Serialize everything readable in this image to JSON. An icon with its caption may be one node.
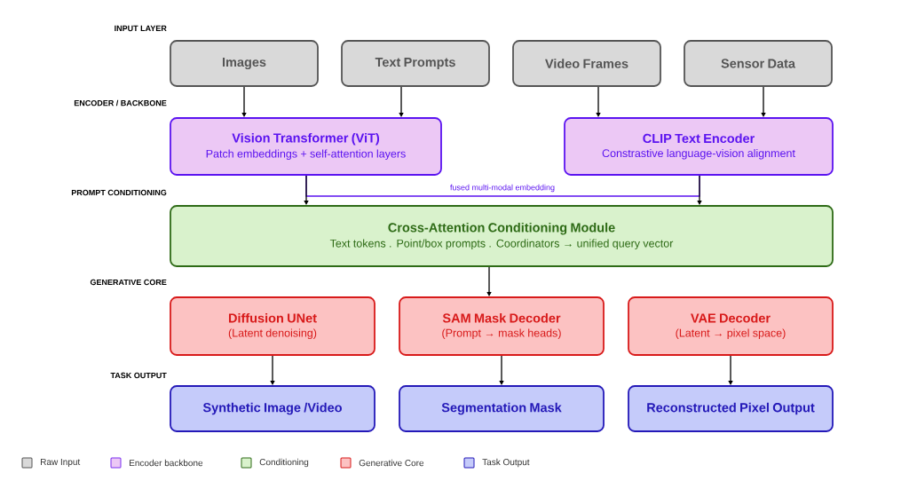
{
  "diagram": {
    "nodes": [
      {
        "text": [
          "Images"
        ]
      },
      {
        "text": [
          "Text Prompts"
        ]
      },
      {
        "text": [
          "Video Frames"
        ]
      },
      {
        "text": [
          "Sensor Data"
        ]
      },
      {
        "text": [
          "Vision Transformer (ViT)",
          "Patch embeddings + self-attention layers"
        ]
      },
      {
        "text": [
          "CLIP Text Encoder",
          "Constrastive language-vision alignment"
        ]
      },
      {
        "text": [
          "Cross-Attention Conditioning Module",
          "Text tokens . Point/box prompts . Coordinators → unified query vector"
        ]
      },
      {
        "text": [
          "Diffusion UNet",
          "(Latent denoising)"
        ]
      },
      {
        "text": [
          "SAM Mask Decoder",
          "(Prompt → mask heads)"
        ]
      },
      {
        "text": [
          "VAE Decoder",
          "(Latent → pixel space)"
        ]
      },
      {
        "text": [
          "Synthetic Image /Video"
        ]
      },
      {
        "text": [
          "Segmentation Mask"
        ]
      },
      {
        "text": [
          "Reconstructed Pixel Output"
        ]
      }
    ],
    "edges": [
      {
        "from": 4,
        "to": 5,
        "arrow": "none",
        "label": "fused multi-modal embedding",
        "color": "#5b13f0"
      },
      {
        "from": 0,
        "to": 4,
        "arrow": "to"
      },
      {
        "from": 1,
        "to": 4,
        "arrow": "to"
      },
      {
        "from": 2,
        "to": 5,
        "arrow": "to"
      },
      {
        "from": 3,
        "to": 5,
        "arrow": "to"
      },
      {
        "from": 4,
        "to": 6,
        "arrow": "to"
      },
      {
        "from": 5,
        "to": 6,
        "arrow": "to"
      },
      {
        "from": 6,
        "to": 8,
        "arrow": "to"
      },
      {
        "from": 7,
        "to": 10,
        "arrow": "to"
      },
      {
        "from": 8,
        "to": 11,
        "arrow": "to"
      },
      {
        "from": 9,
        "to": 12,
        "arrow": "to"
      }
    ],
    "labels": [
      "INPUT LAYER",
      "ENCODER / BACKBONE",
      "PROMPT CONDITIONING",
      "GENERATIVE CORE",
      "TASK OUTPUT"
    ],
    "legend": [
      {
        "text": "Raw Input",
        "color": "#d9d9d9"
      },
      {
        "text": "Encoder backbone",
        "color": "#ecc8f5"
      },
      {
        "text": "Conditioning",
        "color": "#d9f2cc"
      },
      {
        "text": "Generative Core",
        "color": "#fcc2c2"
      },
      {
        "text": "Task Output",
        "color": "#c5cbfa"
      }
    ]
  }
}
